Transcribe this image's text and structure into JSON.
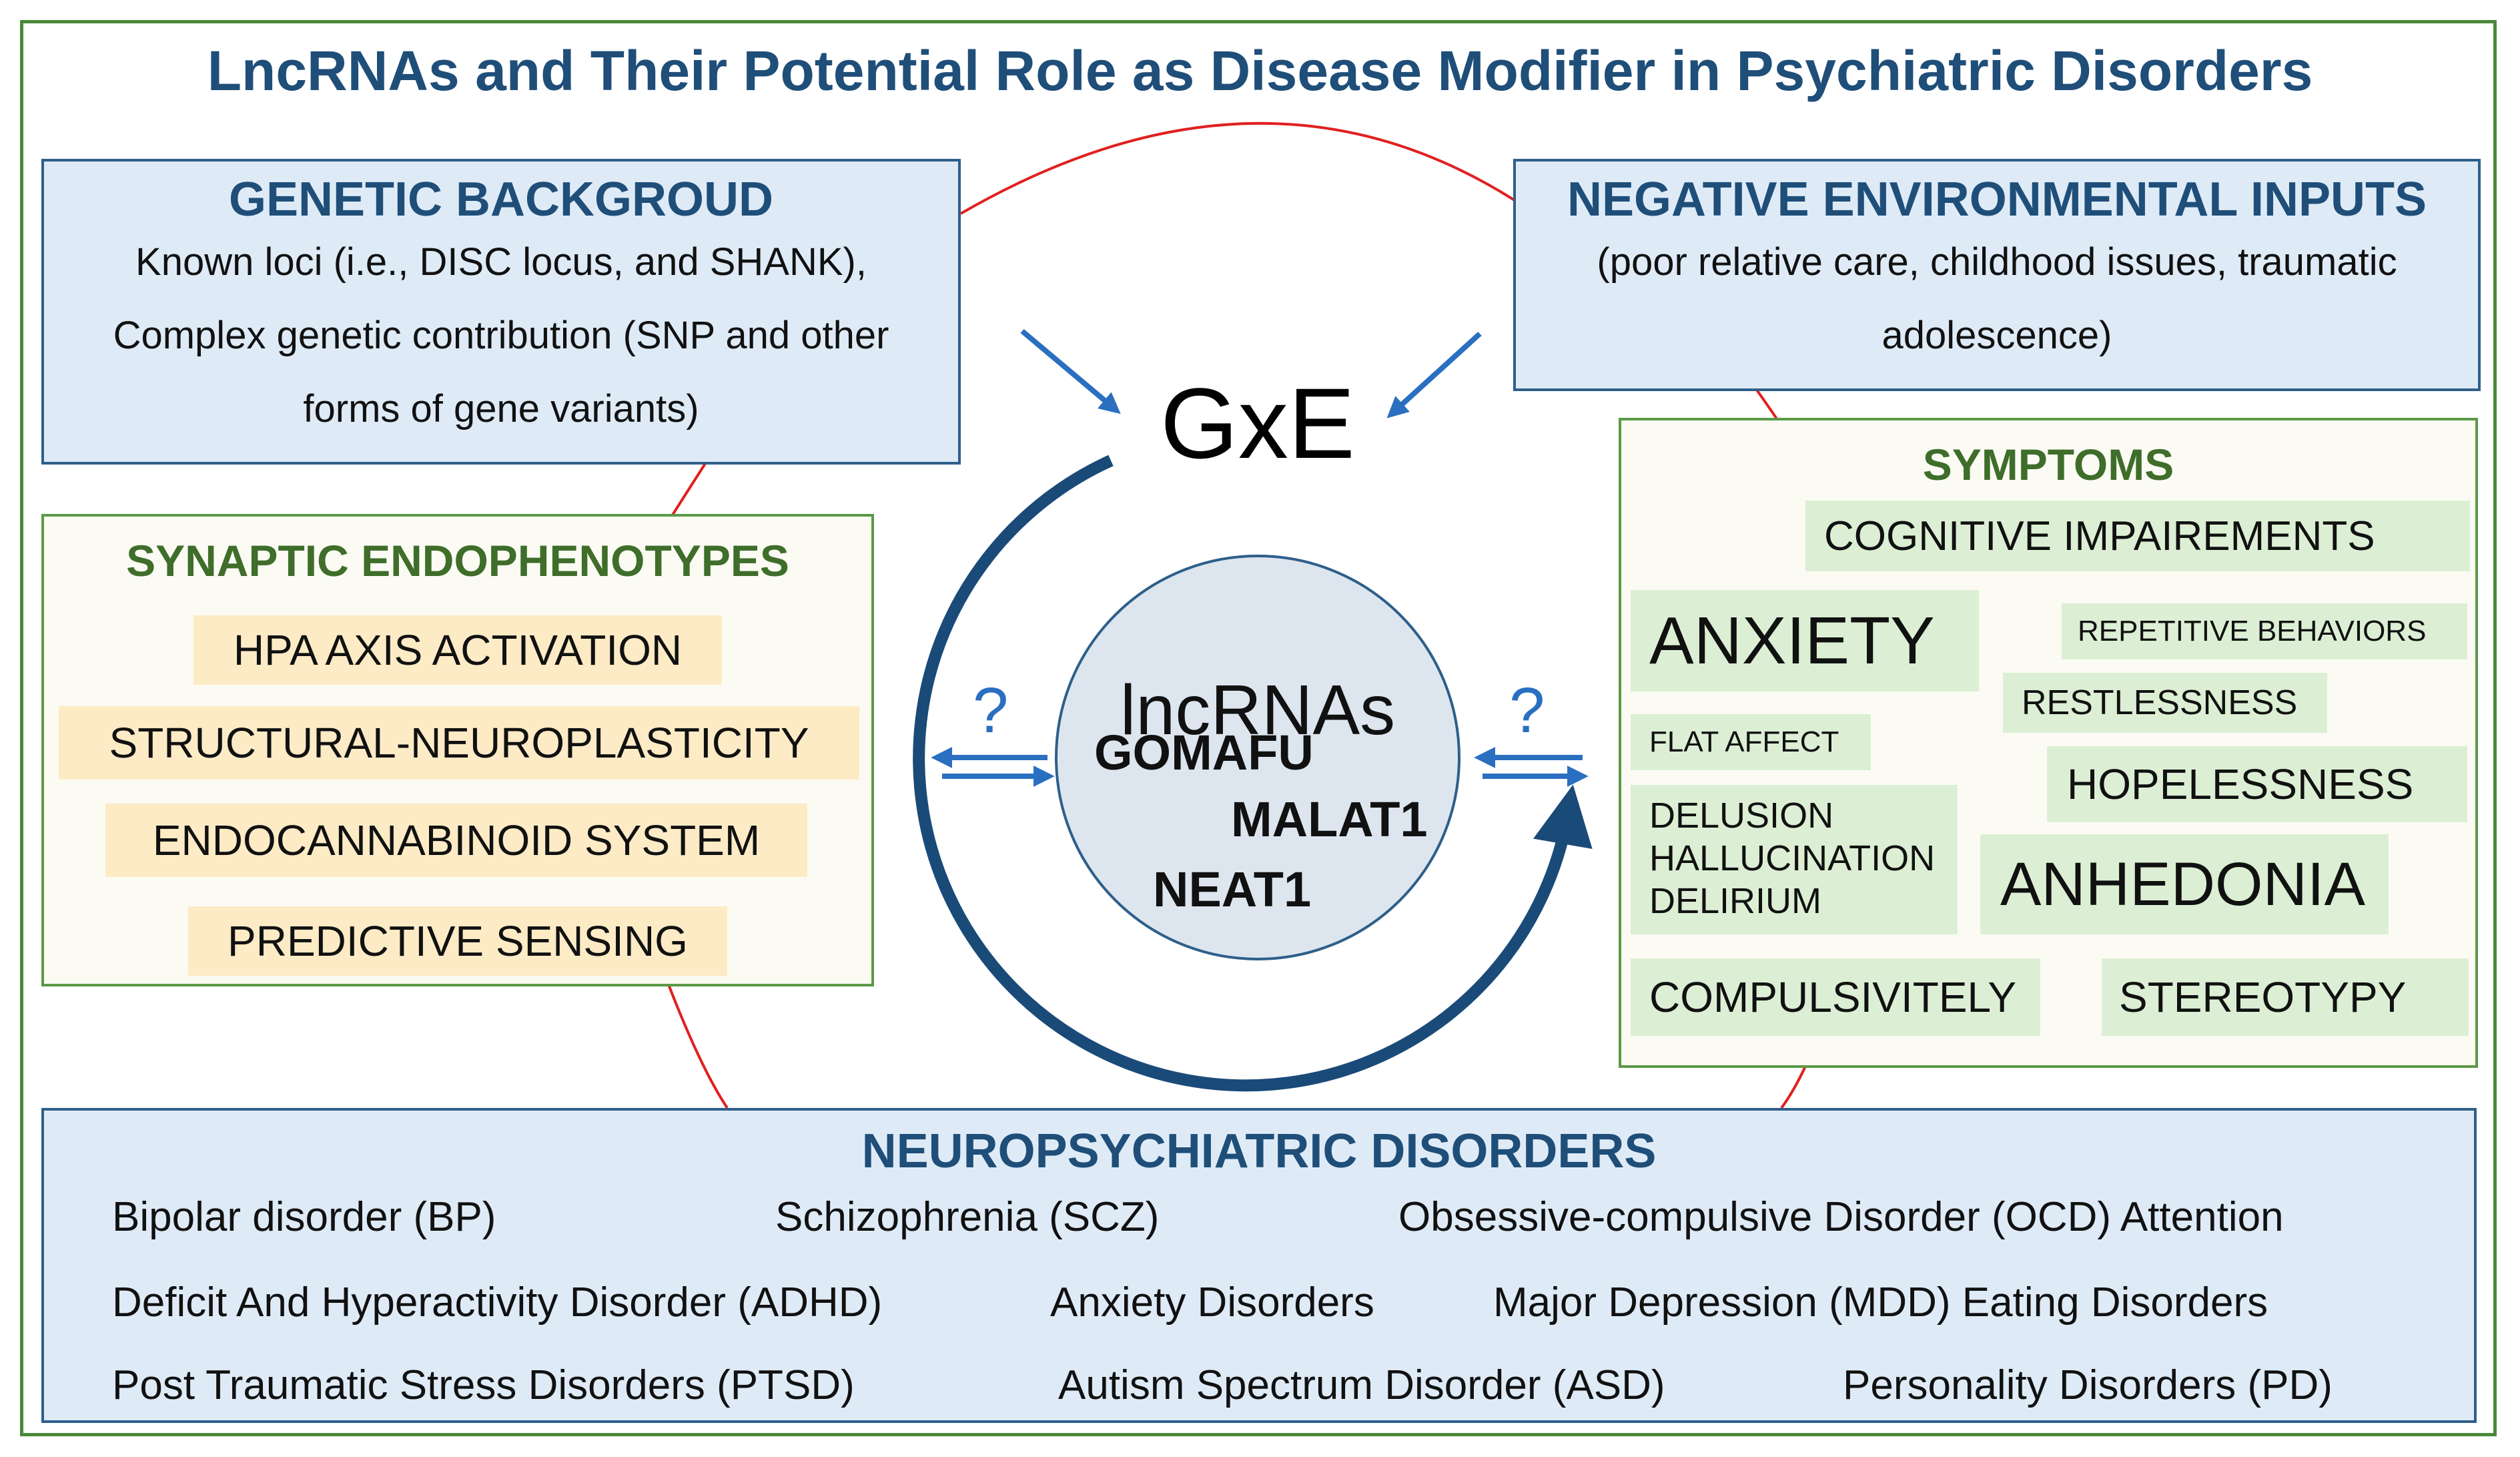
{
  "title": "LncRNAs and Their Potential Role as Disease Modifier in Psychiatric Disorders",
  "genetic": {
    "header": "GENETIC BACKGROUD",
    "lines": [
      "Known loci (i.e., DISC locus, and  SHANK),",
      "Complex genetic contribution (SNP and other",
      "forms of gene variants)"
    ]
  },
  "environment": {
    "header": "NEGATIVE ENVIRONMENTAL  INPUTS",
    "lines": [
      "(poor relative care, childhood issues, traumatic",
      "adolescence)"
    ]
  },
  "center": {
    "gxe": "GxE",
    "circle_title": "lncRNAs",
    "genes": [
      "GOMAFU",
      "MALAT1",
      "NEAT1"
    ],
    "question_left": "?",
    "question_right": "?"
  },
  "synaptic": {
    "header": "SYNAPTIC ENDOPHENOTYPES",
    "items": [
      "HPA AXIS ACTIVATION",
      "STRUCTURAL-NEUROPLASTICITY",
      "ENDOCANNABINOID SYSTEM",
      "PREDICTIVE SENSING"
    ]
  },
  "symptoms": {
    "header": "SYMPTOMS",
    "cognitive": "COGNITIVE IMPAIREMENTS",
    "anxiety": "ANXIETY",
    "repetitive": "REPETITIVE  BEHAVIORS",
    "restlessness": "RESTLESSNESS",
    "flat_affect": "FLAT AFFECT",
    "hopelessness": "HOPELESSNESS",
    "psychosis": [
      "DELUSION",
      "HALLUCINATION",
      "DELIRIUM"
    ],
    "anhedonia": "ANHEDONIA",
    "compulsivity": "COMPULSIVITELY",
    "stereotypy": "STEREOTYPY"
  },
  "disorders": {
    "header": "NEUROPSYCHIATRIC  DISORDERS",
    "row1": [
      "Bipolar disorder (BP)",
      "Schizophrenia (SCZ)",
      "Obsessive-compulsive Disorder (OCD) Attention"
    ],
    "row2": [
      "Deficit And Hyperactivity Disorder (ADHD)",
      "Anxiety Disorders",
      "Major Depression (MDD) Eating Disorders"
    ],
    "row3": [
      "Post Traumatic Stress Disorders (PTSD)",
      "Autism Spectrum Disorder (ASD)",
      "Personality Disorders (PD)"
    ]
  },
  "colors": {
    "title_blue": "#1f4e79",
    "box_blue_fill": "#deebf7",
    "header_green": "#3f6d2a",
    "tag_orange": "#fdebc6",
    "tag_green": "#dcefd4",
    "arc_red": "#e02020",
    "cycle_arrow": "#1a4a78",
    "small_arrows": "#2a6fc0"
  }
}
